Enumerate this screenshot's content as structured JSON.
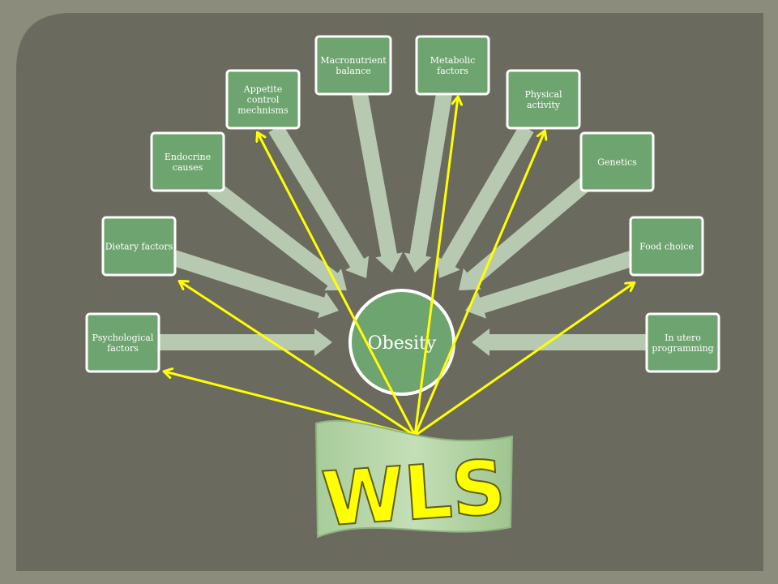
{
  "slide": {
    "colors": {
      "frame": "#8c8c7c",
      "panel": "#6a6a5f",
      "connector": "#b8c9b2",
      "box_fill": "#6ea46f",
      "box_border": "#ffffff",
      "arrow": "#ffff00",
      "banner_fill": "#b4d4a6",
      "banner_text": "#ffff00"
    }
  },
  "center": {
    "label": "Obesity"
  },
  "factors": [
    {
      "id": "psychological",
      "lines": [
        "Psychological",
        "factors"
      ]
    },
    {
      "id": "dietary",
      "lines": [
        "Dietary factors"
      ]
    },
    {
      "id": "endocrine",
      "lines": [
        "Endocrine",
        "causes"
      ]
    },
    {
      "id": "appetite",
      "lines": [
        "Appetite",
        "control",
        "mechnisms"
      ]
    },
    {
      "id": "macronutrient",
      "lines": [
        "Macronutrient",
        "balance"
      ]
    },
    {
      "id": "metabolic",
      "lines": [
        "Metabolic",
        "factors"
      ]
    },
    {
      "id": "physical",
      "lines": [
        "Physical",
        "activity"
      ]
    },
    {
      "id": "genetics",
      "lines": [
        "Genetics"
      ]
    },
    {
      "id": "food",
      "lines": [
        "Food choice"
      ]
    },
    {
      "id": "in-utero",
      "lines": [
        "In utero",
        "programming"
      ]
    }
  ],
  "banner": {
    "label": "WLS"
  }
}
